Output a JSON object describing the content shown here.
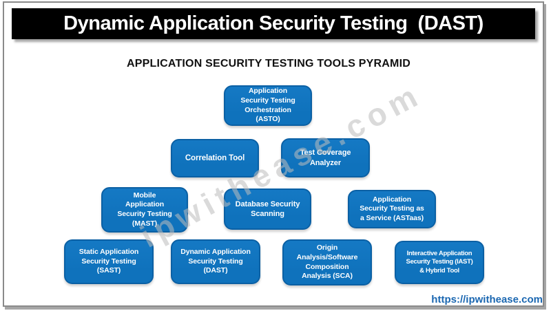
{
  "header": {
    "title": "Dynamic Application Security Testing  (DAST)",
    "subtitle": "APPLICATION SECURITY TESTING TOOLS PYRAMID"
  },
  "watermark": {
    "text": "ipwithease.com"
  },
  "footer": {
    "link": "https://ipwithease.com"
  },
  "colors": {
    "box_fill": "#0F72BC",
    "box_border": "#0B60A4",
    "box_text": "#FFFFFF",
    "title_bar_bg": "#000000",
    "title_text": "#FFFFFF",
    "subtitle_text": "#111111",
    "footer_link": "#1B67B1",
    "frame_border": "#8A8A8A",
    "watermark": "#BDBDBD"
  },
  "pyramid": {
    "boxes": [
      {
        "id": "asto",
        "label": "Application\nSecurity Testing\nOrchestration\n(ASTO)"
      },
      {
        "id": "correlation-tool",
        "label": "Correlation Tool"
      },
      {
        "id": "test-coverage-analyzer",
        "label": "Test Coverage\nAnalyzer"
      },
      {
        "id": "mast",
        "label": "Mobile\nApplication\nSecurity Testing\n(MAST)"
      },
      {
        "id": "database-security-scanning",
        "label": "Database Security\nScanning"
      },
      {
        "id": "astaas",
        "label": "Application\nSecurity Testing as\na Service (ASTaas)"
      },
      {
        "id": "sast",
        "label": "Static Application\nSecurity Testing\n(SAST)"
      },
      {
        "id": "dast",
        "label": "Dynamic Application\nSecurity Testing\n(DAST)"
      },
      {
        "id": "sca",
        "label": "Origin\nAnalysis/Software\nComposition\nAnalysis (SCA)"
      },
      {
        "id": "iast",
        "label": "Interactive Application\nSecurity Testing (IAST)\n& Hybrid Tool"
      }
    ]
  }
}
